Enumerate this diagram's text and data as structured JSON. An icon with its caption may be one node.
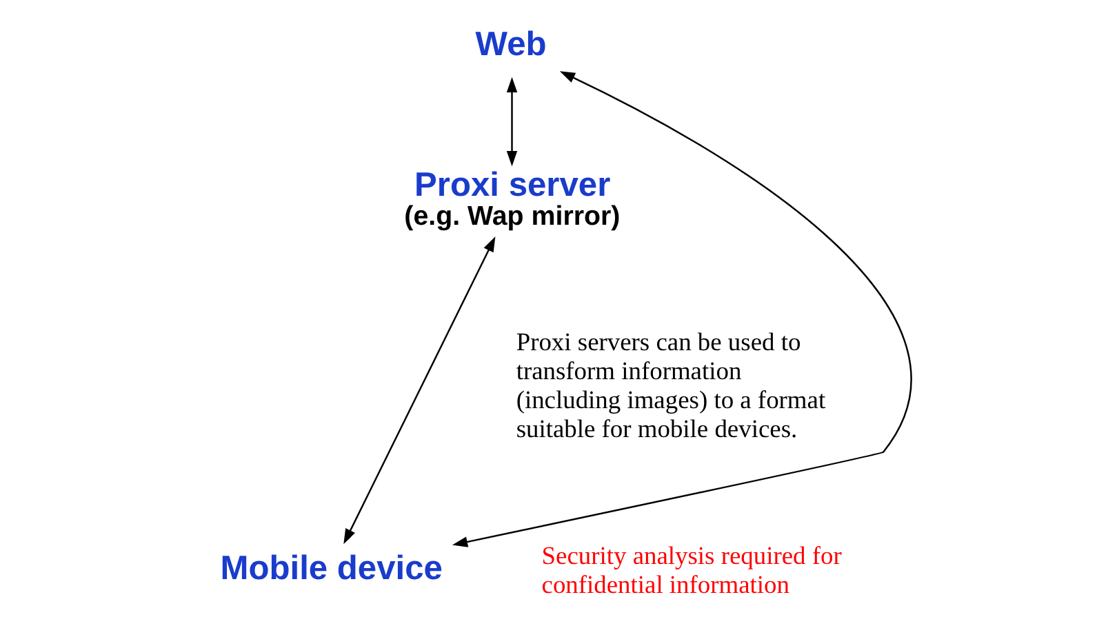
{
  "diagram": {
    "nodes": [
      {
        "text": [
          "Web"
        ]
      },
      {
        "text": [
          "Proxi server",
          "(e.g. Wap mirror)"
        ]
      },
      {
        "text": [
          "Mobile device"
        ]
      }
    ],
    "edges": [
      {
        "from": 0,
        "to": 1,
        "arrow": "both"
      },
      {
        "from": 1,
        "to": 2,
        "arrow": "both"
      },
      {
        "from": 0,
        "to": 2,
        "arrow": "both"
      }
    ],
    "labels": [
      "Proxi servers can be used to transform information (including images) to a format suitable for mobile devices.",
      "Security analysis required for confidential information"
    ]
  }
}
